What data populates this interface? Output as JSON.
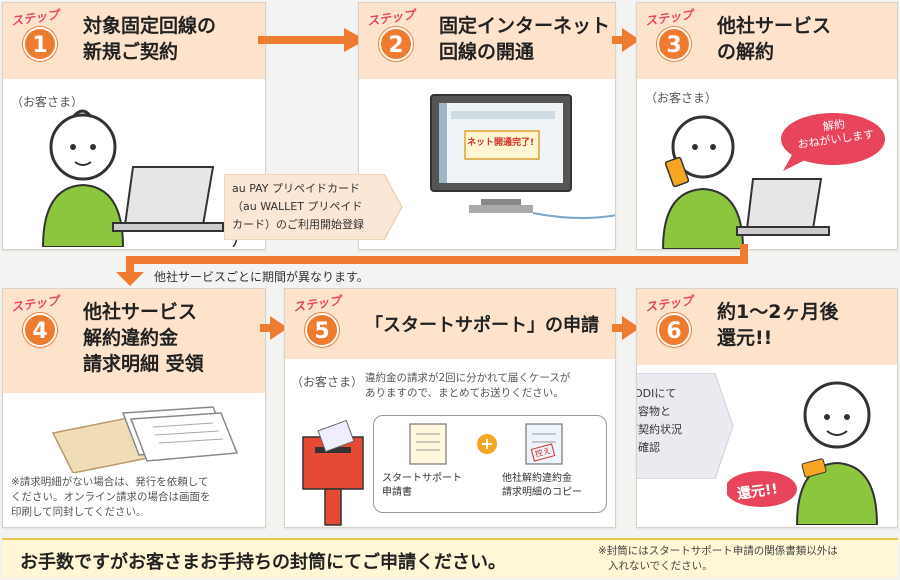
{
  "step_word": "ステップ",
  "steps": [
    {
      "num": "1",
      "title": [
        "対象固定回線の",
        "新規ご契約"
      ],
      "customer": "（お客さま）"
    },
    {
      "num": "2",
      "title": [
        "固定インターネット",
        "回線の開通"
      ],
      "screen_text": "ネット開通完了!"
    },
    {
      "num": "3",
      "title": [
        "他社サービス",
        "の解約"
      ],
      "customer": "（お客さま）",
      "bubble": [
        "解約",
        "おねがいします"
      ]
    },
    {
      "num": "4",
      "title": [
        "他社サービス",
        "解約違約金",
        "請求明細 受領"
      ],
      "note": [
        "※請求明細がない場合は、発行を依頼して",
        "ください。オンライン請求の場合は画面を",
        "印刷して同封してください。"
      ]
    },
    {
      "num": "5",
      "title": [
        "「スタートサポート」の申請"
      ],
      "customer": "（お客さま）",
      "note": [
        "違約金の請求が2回に分かれて届くケースが",
        "ありますので、まとめてお送りください。"
      ],
      "doc1": [
        "スタートサポート",
        "申請書"
      ],
      "doc2": [
        "他社解約違約金",
        "請求明細のコピー"
      ],
      "stamp": "控え"
    },
    {
      "num": "6",
      "title": [
        "約1〜2ヶ月後",
        "還元!!"
      ],
      "kddi": [
        "KDDIにて",
        "内容物と",
        "ご契約状況",
        "を確認"
      ],
      "bubble": "還元!!"
    }
  ],
  "au_pay_label": [
    "au PAY プリペイドカード",
    "（au WALLET プリペイド",
    "カード）のご利用開始登録"
  ],
  "period_note": "他社サービスごとに期間が異なります。",
  "bottom_main": "お手数ですがお客さまお手持ちの封筒にてご申請ください。",
  "bottom_note": [
    "※封筒にはスタートサポート申請の関係書類以外は",
    "入れないでください。"
  ],
  "colors": {
    "orange": "#ef7b30",
    "header": "#fde3cc",
    "pink": "#e8455c",
    "green": "#8cc63f"
  }
}
